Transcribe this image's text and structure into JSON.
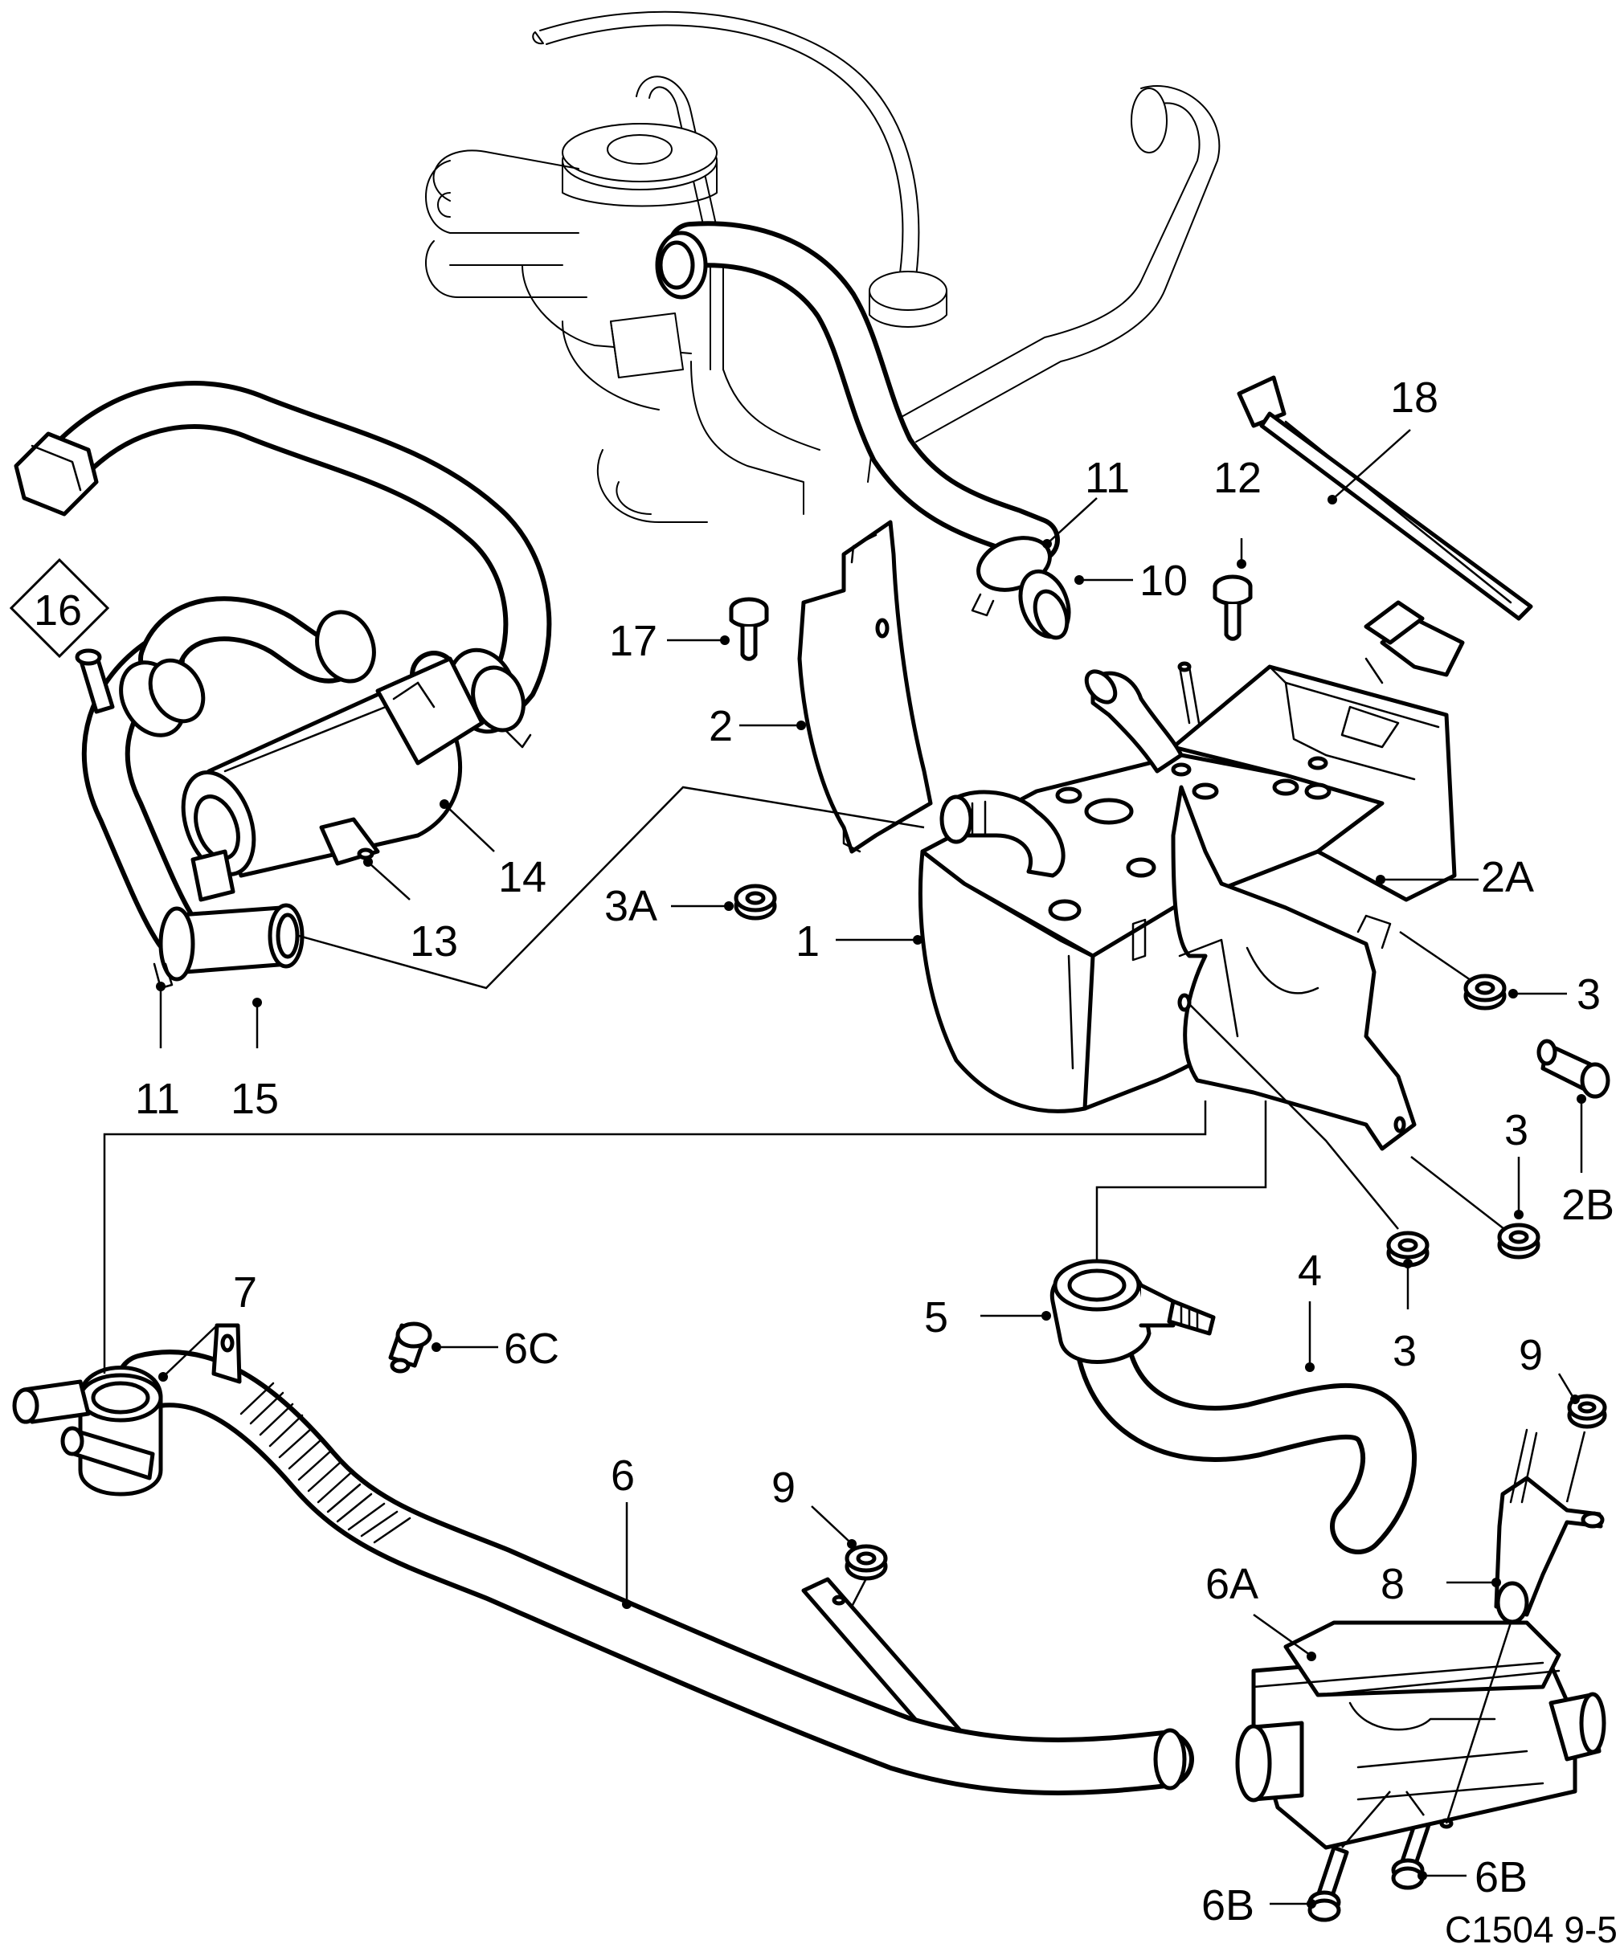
{
  "figure_code": "C1504 9-5",
  "callouts": {
    "c1": "1",
    "c2": "2",
    "c2a": "2A",
    "c2b": "2B",
    "c3a": "3",
    "c3b": "3",
    "c3c": "3",
    "c3_alt": "3A",
    "c4": "4",
    "c5": "5",
    "c6": "6",
    "c6a": "6A",
    "c6b_left": "6B",
    "c6b_right": "6B",
    "c6c": "6C",
    "c7": "7",
    "c8": "8",
    "c9_left": "9",
    "c9_right": "9",
    "c10": "10",
    "c11_top": "11",
    "c11_left": "11",
    "c12": "12",
    "c13": "13",
    "c14": "14",
    "c15": "15",
    "c16": "16",
    "c17": "17",
    "c18": "18"
  },
  "colors": {
    "ink": "#000000",
    "paper": "#ffffff"
  }
}
